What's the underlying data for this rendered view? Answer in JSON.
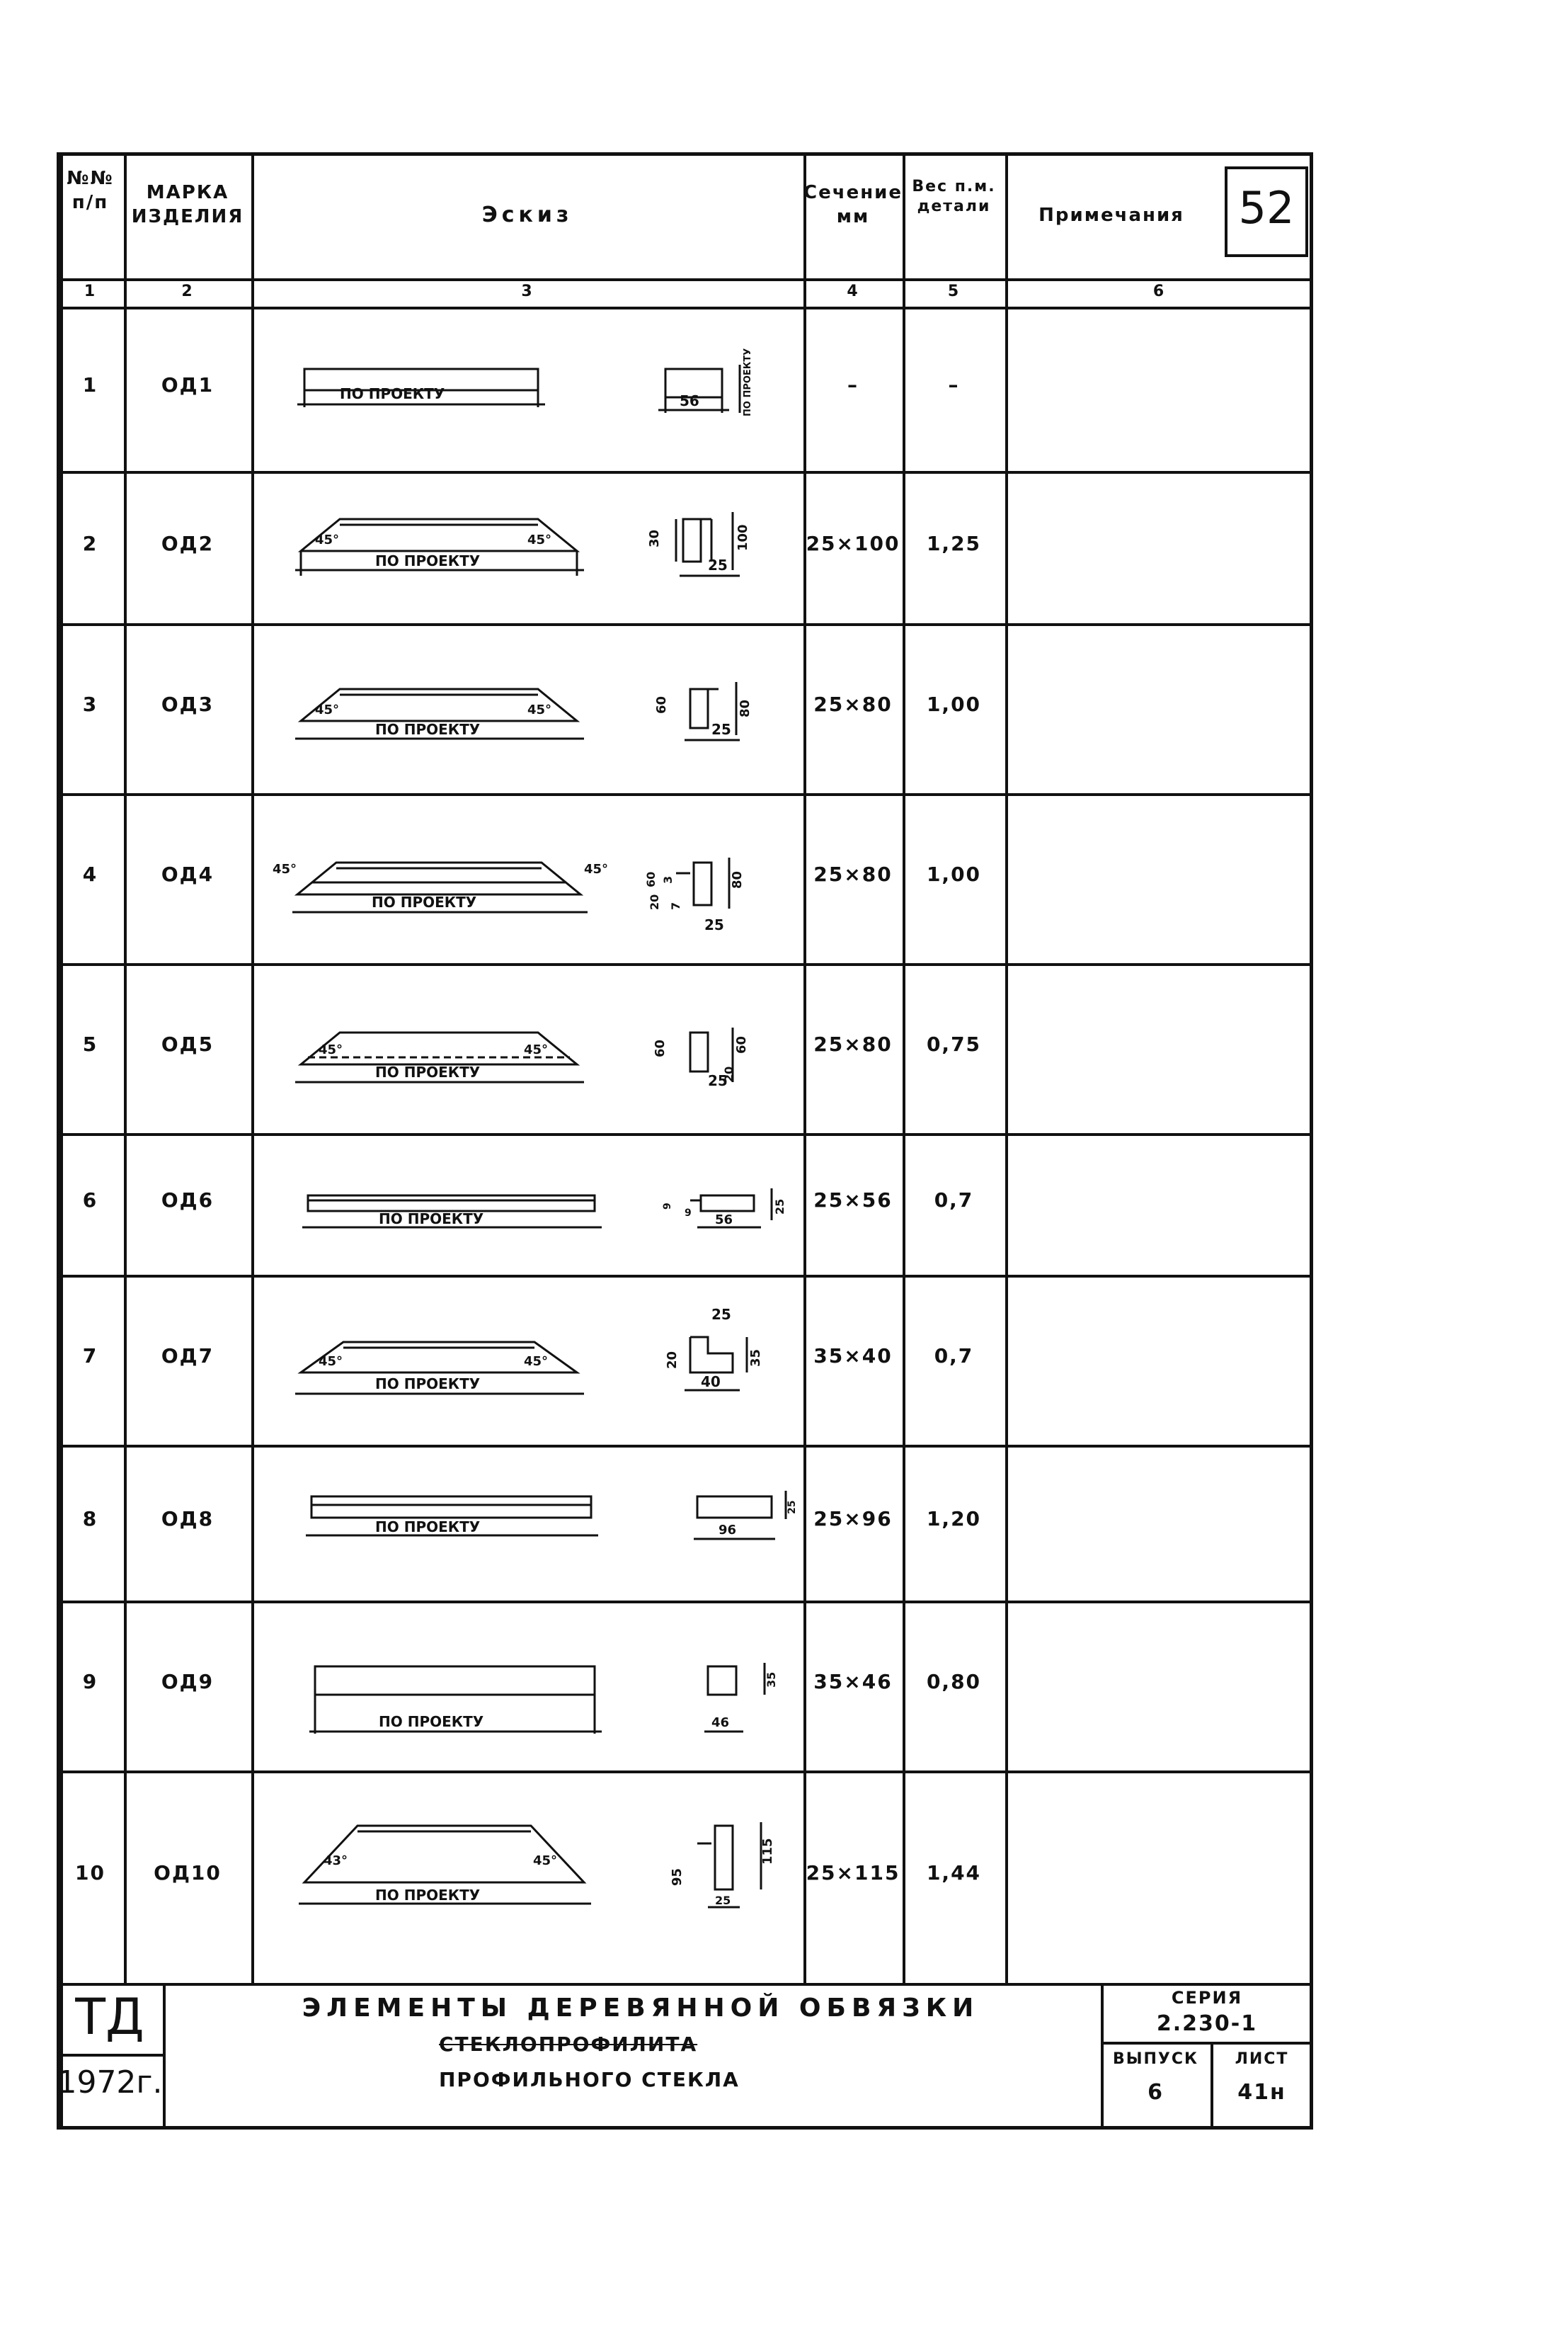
{
  "page_number": "52",
  "table": {
    "headers": {
      "col1": "№№ п/п",
      "col2": "МАРКА ИЗДЕЛИЯ",
      "col3": "Эскиз",
      "col4": "Сечение мм",
      "col5": "Вес п.м. детали",
      "col6": "Примечания"
    },
    "col_numbers": [
      "1",
      "2",
      "3",
      "4",
      "5",
      "6"
    ],
    "rows": [
      {
        "n": "1",
        "mark": "ОД1",
        "section": "–",
        "weight": "–",
        "note": ""
      },
      {
        "n": "2",
        "mark": "ОД2",
        "section": "25×100",
        "weight": "1,25",
        "note": ""
      },
      {
        "n": "3",
        "mark": "ОД3",
        "section": "25×80",
        "weight": "1,00",
        "note": ""
      },
      {
        "n": "4",
        "mark": "ОД4",
        "section": "25×80",
        "weight": "1,00",
        "note": ""
      },
      {
        "n": "5",
        "mark": "ОД5",
        "section": "25×80",
        "weight": "0,75",
        "note": ""
      },
      {
        "n": "6",
        "mark": "ОД6",
        "section": "25×56",
        "weight": "0,7",
        "note": ""
      },
      {
        "n": "7",
        "mark": "ОД7",
        "section": "35×40",
        "weight": "0,7",
        "note": ""
      },
      {
        "n": "8",
        "mark": "ОД8",
        "section": "25×96",
        "weight": "1,20",
        "note": ""
      },
      {
        "n": "9",
        "mark": "ОД9",
        "section": "35×46",
        "weight": "0,80",
        "note": ""
      },
      {
        "n": "10",
        "mark": "ОД10",
        "section": "25×115",
        "weight": "1,44",
        "note": ""
      }
    ]
  },
  "sketches": {
    "length_label": "ПО ПРОЕКТУ",
    "angle": "45°",
    "angle_alt": "43°",
    "r1": {
      "width": "56",
      "height": "ПО ПРОЕКТУ"
    },
    "r2": {
      "a": "30",
      "b": "100",
      "w": "25"
    },
    "r3": {
      "a": "60",
      "b": "80",
      "w": "25"
    },
    "r4": {
      "a": "60",
      "b": "3",
      "c": "20",
      "d": "7",
      "e": "80",
      "w": "25"
    },
    "r5": {
      "a": "60",
      "b": "60",
      "c": "20",
      "w": "25"
    },
    "r6": {
      "a": "9",
      "b": "9",
      "w": "56",
      "h": "25"
    },
    "r7": {
      "top": "25",
      "a": "20",
      "b": "35",
      "w": "40"
    },
    "r8": {
      "h": "25",
      "w": "96"
    },
    "r9": {
      "h": "35",
      "w": "46"
    },
    "r10": {
      "a": "95",
      "b": "115",
      "w": "25"
    }
  },
  "title_block": {
    "logo": "ТД",
    "year": "1972г.",
    "title_line1": "Элементы деревянной обвязки",
    "title_struck": "стеклопрофилита",
    "title_line3": "профильного стекла",
    "series_label": "Серия",
    "series_value": "2.230-1",
    "issue_label": "Выпуск",
    "issue_value": "6",
    "sheet_label": "Лист",
    "sheet_value": "41н"
  }
}
